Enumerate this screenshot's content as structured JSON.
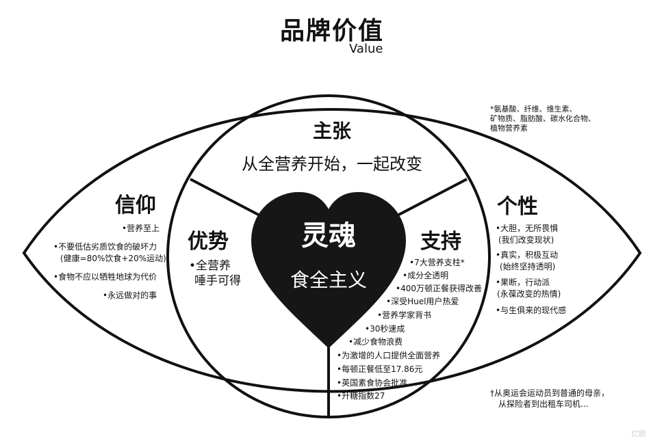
{
  "title": "品牌价值",
  "subtitle": "Value",
  "footnote_top": [
    "*氨基酸、纤维、维生素、",
    "矿物质、脂肪酸、碳水化合物、",
    "植物营养素"
  ],
  "footnote_bottom": [
    "†从奥运会运动员到普通的母亲，",
    "从探险者到出租车司机..."
  ],
  "zhuzhang": {
    "heading": "主张",
    "text": "从全营养开始，一起改变"
  },
  "center": {
    "heading": "灵魂",
    "text": "食全主义"
  },
  "youshi": {
    "heading": "优势",
    "items": [
      "•全营养",
      "唾手可得"
    ]
  },
  "zhichi": {
    "heading": "支持",
    "items": [
      "•7大营养支柱*",
      "•成分全透明",
      "•400万顿正餐获得改善",
      "•深受Huel用户热爱",
      "•营养学家背书",
      "•30秒速成",
      "•减少食物浪费",
      "•为激增的人口提供全面营养",
      "•每顿正餐低至17.86元",
      "•英国素食协会批准",
      "•升糖指数27"
    ]
  },
  "xinyang": {
    "heading": "信仰",
    "items": [
      "•营养至上",
      "•不要低估劣质饮食的破坏力",
      "(健康=80%饮食+20%运动)",
      "•食物不应以牺牲地球为代价",
      "•永远做对的事"
    ]
  },
  "gexing": {
    "heading": "个性",
    "items": [
      "•大胆，无所畏惧",
      "(我们改变现状)",
      "•真实，积极互动",
      "(始终坚持透明)",
      "•果断，行动派",
      "(永葆改变的热情)",
      "•与生俱来的现代感"
    ]
  },
  "watermark": "亿欧"
}
